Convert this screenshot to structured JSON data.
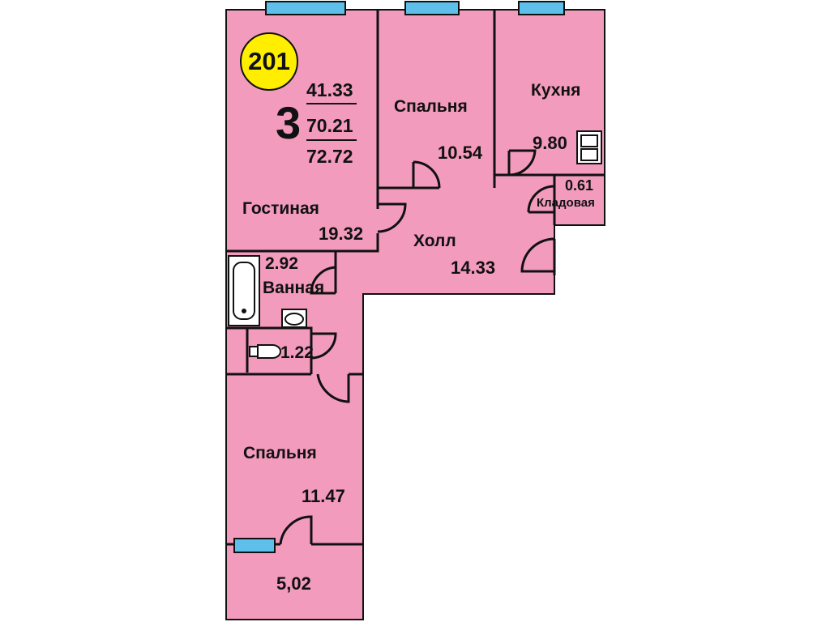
{
  "apartment": {
    "number": "201",
    "rooms": "3",
    "area_living": "41.33",
    "area_total": "70.21",
    "area_with_balcony": "72.72"
  },
  "colors": {
    "room_fill": "#f29bbd",
    "wall": "#111111",
    "window": "#5ec0ea",
    "badge": "#ffee00"
  },
  "rooms": {
    "living": {
      "name": "Гостиная",
      "area": "19.32"
    },
    "bedroom_top": {
      "name": "Спальня",
      "area": "10.54"
    },
    "kitchen": {
      "name": "Кухня",
      "area": "9.80"
    },
    "storage": {
      "name": "Кладовая",
      "area": "0.61"
    },
    "hall": {
      "name": "Холл",
      "area": "14.33"
    },
    "bathroom": {
      "name": "Ванная",
      "area": "2.92"
    },
    "toilet": {
      "area": "1.22"
    },
    "bedroom_bottom": {
      "name": "Спальня",
      "area": "11.47"
    },
    "balcony": {
      "area": "5,02"
    }
  },
  "fixtures": [
    "bathtub-icon",
    "washbasin-icon",
    "toilet-icon",
    "kitchen-sink-icon"
  ]
}
